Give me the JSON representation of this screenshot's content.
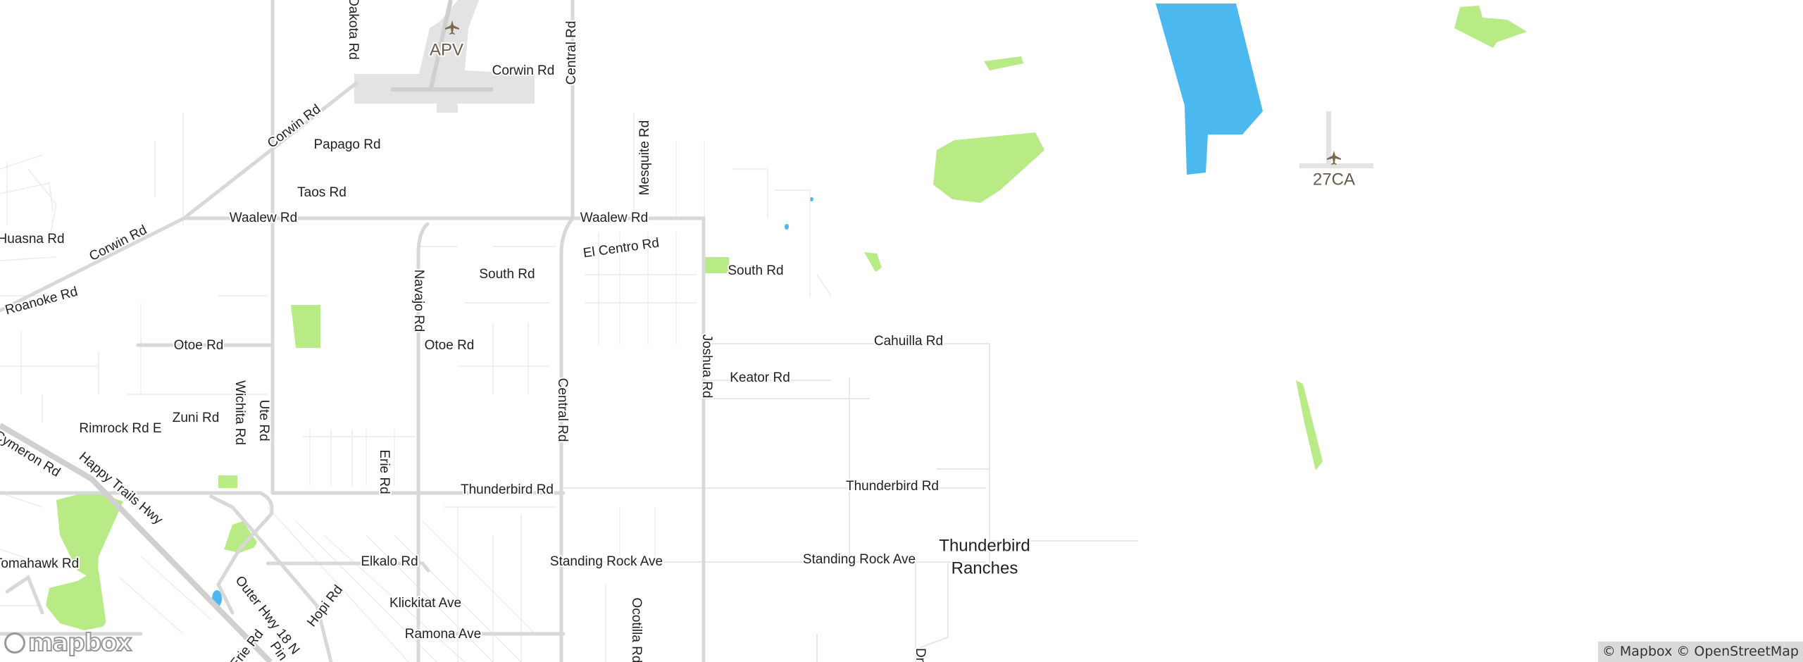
{
  "colors": {
    "water": "#4bb8ef",
    "park": "#b8ea86",
    "airport": "#e3e3e3",
    "road": "#d8d8d8"
  },
  "airports": [
    {
      "code": "APV",
      "icon": "airplane-icon"
    },
    {
      "code": "27CA",
      "icon": "airplane-icon"
    }
  ],
  "places": {
    "line1": "Thunderbird",
    "line2": "Ranches"
  },
  "roads": {
    "dakota": "Dakota Rd",
    "corwin1": "Corwin Rd",
    "central1": "Central Rd",
    "corwin2": "Corwin Rd",
    "papago": "Papago Rd",
    "taos": "Taos Rd",
    "waalew1": "Waalew Rd",
    "waalew2": "Waalew Rd",
    "mesquite": "Mesquite Rd",
    "huasna": "Huasna Rd",
    "corwin3": "Corwin Rd",
    "elcentro": "El Centro Rd",
    "south1": "South Rd",
    "south2": "South Rd",
    "roanoke": "Roanoke Rd",
    "navajo": "Navajo Rd",
    "otoe1": "Otoe Rd",
    "otoe2": "Otoe Rd",
    "joshua": "Joshua Rd",
    "cahuilla": "Cahuilla Rd",
    "keator": "Keator Rd",
    "central2": "Central Rd",
    "wichita": "Wichita Rd",
    "ute": "Ute Rd",
    "zuni": "Zuni Rd",
    "rimrock": "Rimrock Rd E",
    "cimmeron": "Cymeron Rd",
    "happytrails": "Happy Trails Hwy",
    "erie1": "Erie Rd",
    "thunderbird1": "Thunderbird Rd",
    "thunderbird2": "Thunderbird Rd",
    "tomahawk": "Tomahawk Rd",
    "outer": "Outer Hwy 18 N",
    "hopi": "Hopi Rd",
    "elkalo": "Elkalo Rd",
    "standing1": "Standing Rock Ave",
    "standing2": "Standing Rock Ave",
    "klickitat": "Klickitat Ave",
    "ramona": "Ramona Ave",
    "ocotilla": "Ocotilla Rd",
    "erie2": "Erie Rd",
    "pin": "Pin",
    "dr": "Dr"
  },
  "logo": "mapbox",
  "attribution": {
    "mapbox": "© Mapbox",
    "osm": "© OpenStreetMap"
  }
}
